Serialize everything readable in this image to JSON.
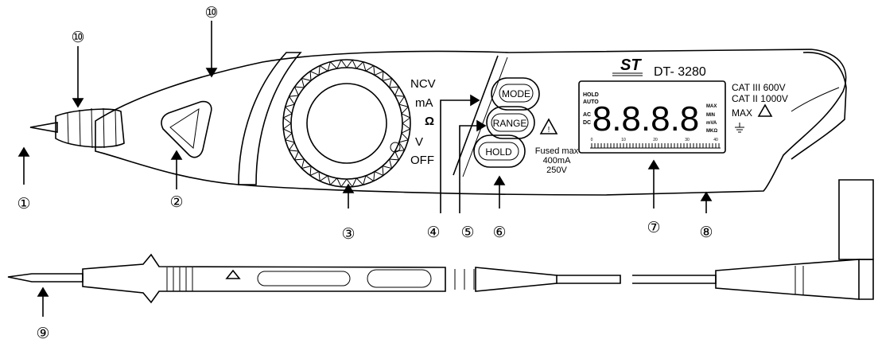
{
  "meter": {
    "brand": "ST",
    "model": "DT- 3280",
    "ratings": [
      "CAT III 600V",
      "CAT II 1000V"
    ],
    "max_label": "MAX",
    "dial_positions": [
      "NCV",
      "mA",
      "Ω",
      "V",
      "OFF"
    ],
    "buttons": {
      "mode": "MODE",
      "range": "RANGE",
      "hold": "HOLD"
    },
    "fuse_text": [
      "Fused max",
      "400mA",
      "250V"
    ],
    "lcd": {
      "left_indicators": [
        "HOLD",
        "AUTO",
        "AC",
        "DC"
      ],
      "right_indicators": [
        "MAX",
        "MIN",
        "mVA",
        "MKΩ"
      ],
      "digits": "8.8.8.8",
      "bar_scale": [
        "0",
        "10",
        "20",
        "30",
        "40"
      ]
    }
  },
  "callouts": [
    {
      "id": "c1",
      "label": "①"
    },
    {
      "id": "c2",
      "label": "②"
    },
    {
      "id": "c3",
      "label": "③"
    },
    {
      "id": "c4",
      "label": "④"
    },
    {
      "id": "c5",
      "label": "⑤"
    },
    {
      "id": "c6",
      "label": "⑥"
    },
    {
      "id": "c7",
      "label": "⑦"
    },
    {
      "id": "c8",
      "label": "⑧"
    },
    {
      "id": "c9",
      "label": "⑨"
    },
    {
      "id": "c10a",
      "label": "⑩"
    },
    {
      "id": "c10b",
      "label": "⑩"
    }
  ],
  "colors": {
    "ink": "#000000",
    "paper": "#ffffff"
  }
}
